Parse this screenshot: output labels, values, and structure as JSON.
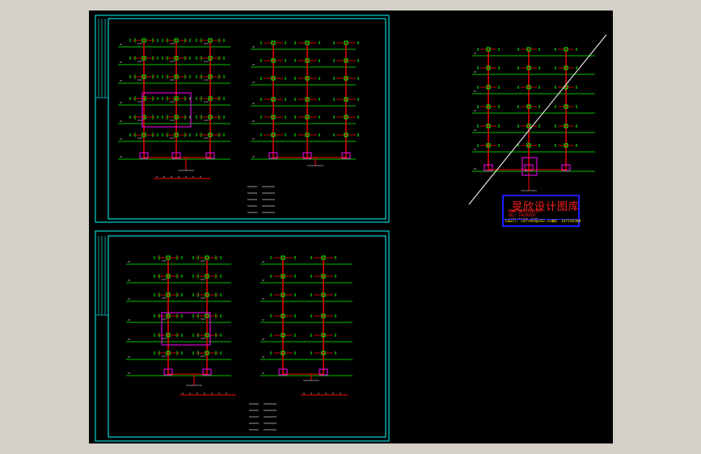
{
  "window": {
    "background_color": "#d4d0c8",
    "viewport_color": "#000000"
  },
  "colors": {
    "frame": "#00ffff",
    "pipe": "#ff0000",
    "fixture": "#00ff00",
    "floor_line": "#00ff00",
    "label": "#ffffff",
    "accent": "#ff00ff"
  },
  "stamp": {
    "title": "旻欣设计图库",
    "line1": "WWW.NEWCONCEPT",
    "line2": "QQ: 7420910",
    "line3": "www.ming.com",
    "footer_left": "Email: sdfsdhd@163.com",
    "footer_right": "QQ: 347230300",
    "border_color": "#1d1dff",
    "title_color": "#ff1f1f",
    "footer_color": "#ffea00"
  }
}
